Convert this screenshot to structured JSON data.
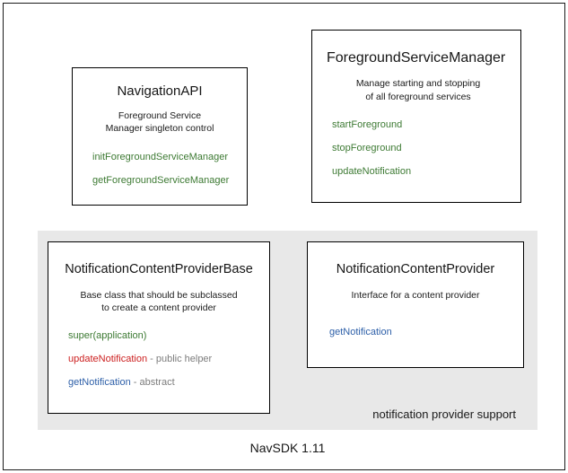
{
  "diagram": {
    "caption": "NavSDK 1.11",
    "group": {
      "label": "notification provider support",
      "background": "#e8e8e8"
    },
    "colors": {
      "method_green": "#3d7a33",
      "method_red": "#cc1f1f",
      "method_blue": "#2d5fa8",
      "note_gray": "#7c7c7c",
      "box_border": "#000000",
      "text": "#161616"
    },
    "classes": [
      {
        "name": "NavigationAPI",
        "description": "Foreground Service\nManager singleton control",
        "description_lines": [
          "Foreground Service",
          "Manager singleton control"
        ],
        "members": [
          {
            "label": "initForegroundServiceManager",
            "color": "#3d7a33",
            "note": ""
          },
          {
            "label": "getForegroundServiceManager",
            "color": "#3d7a33",
            "note": ""
          }
        ]
      },
      {
        "name": "ForegroundServiceManager",
        "description": "Manage starting and stopping\nof all foreground services",
        "description_lines": [
          "Manage starting and stopping",
          "of all foreground services"
        ],
        "members": [
          {
            "label": "startForeground",
            "color": "#3d7a33",
            "note": ""
          },
          {
            "label": "stopForeground",
            "color": "#3d7a33",
            "note": ""
          },
          {
            "label": "updateNotification",
            "color": "#3d7a33",
            "note": ""
          }
        ]
      },
      {
        "name": "NotificationContentProviderBase",
        "description": "Base class that should be subclassed\nto create a content provider",
        "description_lines": [
          "Base class that should be subclassed",
          "to create a content provider"
        ],
        "members": [
          {
            "label": "super(application)",
            "color": "#3d7a33",
            "note": ""
          },
          {
            "label": "updateNotification",
            "color": "#cc1f1f",
            "note": " - public helper"
          },
          {
            "label": "getNotification",
            "color": "#2d5fa8",
            "note": " - abstract"
          }
        ]
      },
      {
        "name": "NotificationContentProvider",
        "description": "Interface for a content provider",
        "description_lines": [
          "Interface for a content provider"
        ],
        "members": [
          {
            "label": "getNotification",
            "color": "#2d5fa8",
            "note": ""
          }
        ]
      }
    ]
  }
}
